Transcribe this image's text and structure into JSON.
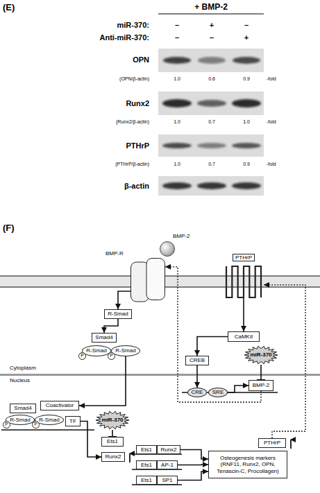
{
  "diagram": {
    "nodes": [
      {
        "text": [
          "BMP-2"
        ]
      },
      {
        "text": [
          "BMP-R"
        ]
      },
      {
        "text": [
          "PTHrP"
        ]
      },
      {
        "text": [
          "R-Smad"
        ]
      },
      {
        "text": [
          "Smad4"
        ]
      },
      {
        "text": [
          "R-Smad"
        ]
      },
      {
        "text": [
          "P"
        ]
      },
      {
        "text": [
          "R-Smad"
        ]
      },
      {
        "text": [
          "P"
        ]
      },
      {
        "text": [
          "CaMKII"
        ]
      },
      {
        "text": [
          "miR-370"
        ]
      },
      {
        "text": [
          "CREB"
        ]
      },
      {
        "text": [
          "CRE"
        ]
      },
      {
        "text": [
          "SRE"
        ]
      },
      {
        "text": [
          "BMP-2"
        ]
      },
      {
        "text": [
          "miR-370"
        ]
      },
      {
        "text": [
          "Ets1"
        ]
      },
      {
        "text": [
          "Runx2"
        ]
      },
      {
        "text": [
          "Smad4"
        ]
      },
      {
        "text": [
          "Coactivator"
        ]
      },
      {
        "text": [
          "R-Smad"
        ]
      },
      {
        "text": [
          "P"
        ]
      },
      {
        "text": [
          "R-Smad"
        ]
      },
      {
        "text": [
          "P"
        ]
      },
      {
        "text": [
          "TF"
        ]
      },
      {
        "text": [
          "Ets1"
        ]
      },
      {
        "text": [
          "Runx2"
        ]
      },
      {
        "text": [
          "Ets1"
        ]
      },
      {
        "text": [
          "AP-1"
        ]
      },
      {
        "text": [
          "Ets1"
        ]
      },
      {
        "text": [
          "SP1"
        ]
      },
      {
        "text": [
          "Osteogenesis markers (RNF11, Runx2, OPN, Tenascin-C, Procollagen)"
        ]
      },
      {
        "text": [
          "PTHrP"
        ]
      }
    ],
    "edges": [
      {
        "from": 1,
        "to": 3,
        "arrow": "to"
      },
      {
        "from": 3,
        "to": 4,
        "arrow": "to"
      },
      {
        "from": 7,
        "to": 19,
        "arrow": "to"
      },
      {
        "from": 2,
        "to": 9,
        "arrow": "to"
      },
      {
        "from": 9,
        "to": 11,
        "arrow": "to"
      },
      {
        "from": 11,
        "to": 12,
        "arrow": "to"
      },
      {
        "from": 13,
        "to": 14,
        "arrow": "to"
      },
      {
        "from": 10,
        "to": 14,
        "arrow": "to"
      },
      {
        "from": 14,
        "to": 1,
        "arrow": "to"
      },
      {
        "from": 15,
        "to": 16,
        "arrow": "to"
      },
      {
        "from": 24,
        "to": 17,
        "arrow": "to"
      },
      {
        "from": 26,
        "to": 31,
        "arrow": "to"
      },
      {
        "from": 28,
        "to": 31,
        "arrow": "to"
      },
      {
        "from": 30,
        "to": 31,
        "arrow": "to"
      },
      {
        "from": 32,
        "to": 2,
        "arrow": "to"
      }
    ],
    "labels": [
      "(E)",
      "+ BMP-2",
      "miR-370:",
      "–",
      "+",
      "–",
      "Anti-miR-370:",
      "–",
      "–",
      "+",
      "OPN",
      "(OPN/β-actin)",
      "1.0",
      "0.6",
      "0.9",
      "-fold",
      "Runx2",
      "(Runx2/β-actin)",
      "1.0",
      "0.7",
      "1.0",
      "-fold",
      "PTHrP",
      "(PTHrP/β-actin)",
      "1.0",
      "0.7",
      "0.9",
      "-fold",
      "β-actin",
      "(F)",
      "Cytoplasm",
      "Nucleus"
    ]
  }
}
